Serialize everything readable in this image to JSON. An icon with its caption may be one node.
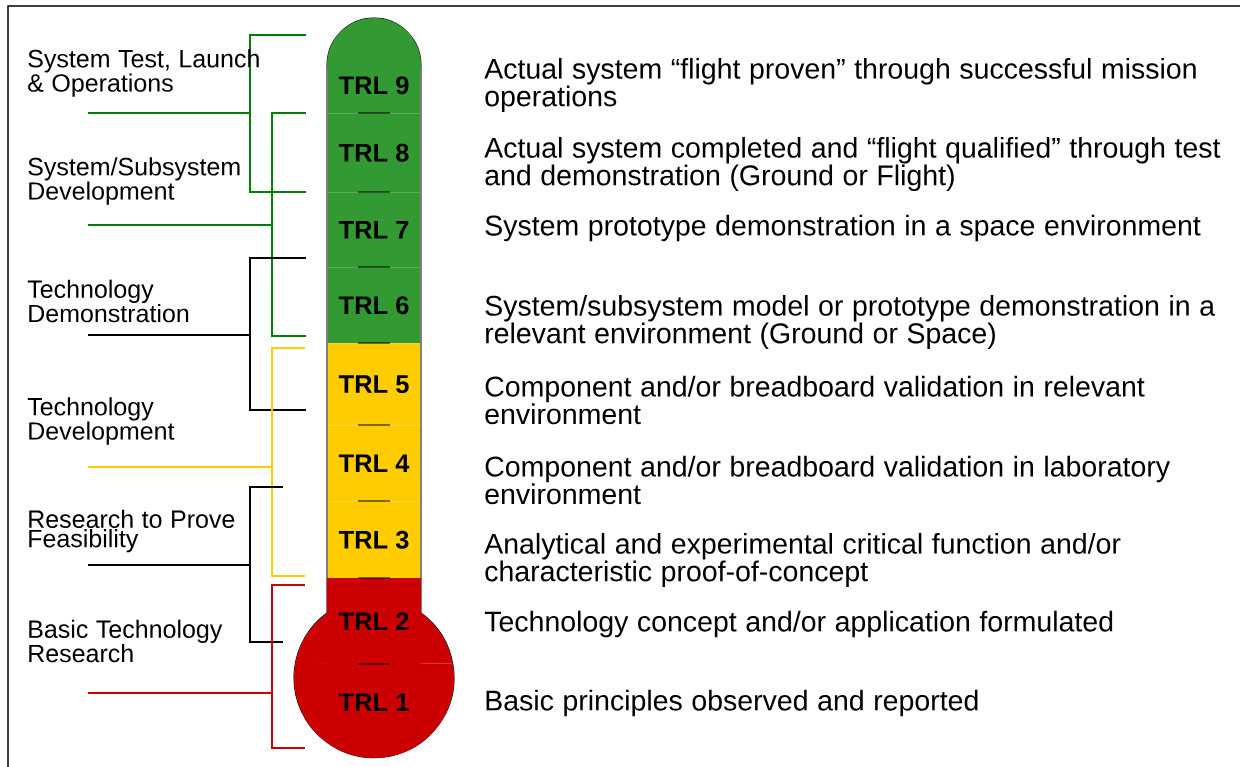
{
  "diagram": {
    "nodes": [
      {
        "text": [
          "TRL 9"
        ],
        "beside": [
          "Actual system “flight proven” through successful mission operations"
        ]
      },
      {
        "text": [
          "TRL 8"
        ],
        "beside": [
          "Actual system completed and “flight qualified” through test and demonstration (Ground or Flight)"
        ]
      },
      {
        "text": [
          "TRL 7"
        ],
        "beside": [
          "System prototype demonstration in a space environment"
        ]
      },
      {
        "text": [
          "TRL 6"
        ],
        "beside": [
          "System/subsystem model or prototype demonstration in a relevant environment (Ground or Space)"
        ]
      },
      {
        "text": [
          "TRL 5"
        ],
        "beside": [
          "Component and/or breadboard validation in relevant environment"
        ]
      },
      {
        "text": [
          "TRL 4"
        ],
        "beside": [
          "Component and/or breadboard validation in laboratory environment"
        ]
      },
      {
        "text": [
          "TRL 3"
        ]
      },
      {
        "text": [
          "TRL 2"
        ],
        "beside": [
          "Technology concept and/or application formulated"
        ]
      },
      {
        "text": [
          "TRL 1"
        ],
        "beside": [
          "Basic principles observed and reported"
        ]
      }
    ],
    "labels": [
      "System Test, Launch & Operations",
      "System/Subsystem Development",
      "Technology Demonstration",
      "Technology Development",
      "Research to Prove Feasibility",
      "Basic Technology Research",
      "Analytical and experimental critical function and/or characteristic proof-of-concept"
    ]
  }
}
